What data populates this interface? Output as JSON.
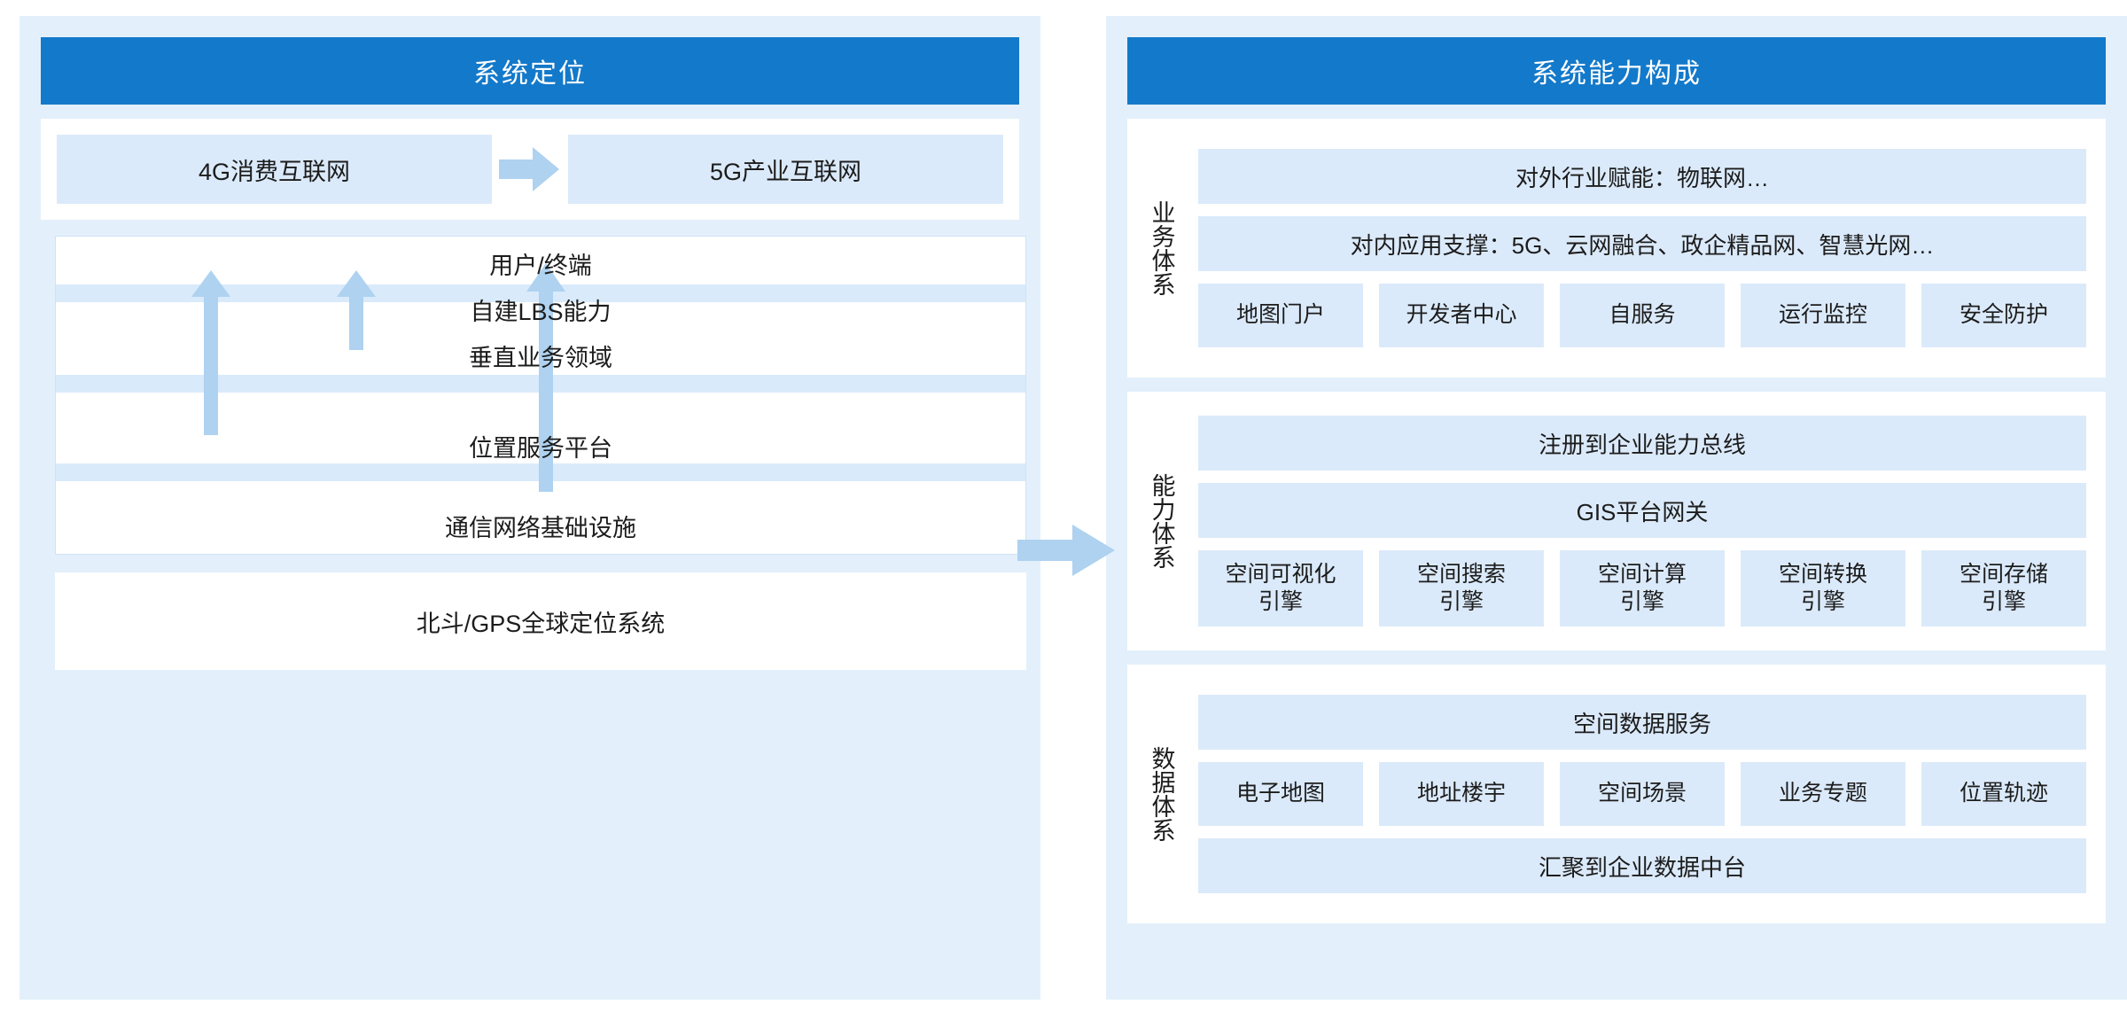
{
  "left_panel": {
    "title": "系统定位",
    "evolution": {
      "from_label": "4G消费互联网",
      "to_label": "5G产业互联网",
      "arrow_icon": "right-arrow-icon"
    },
    "stack_layers": [
      {
        "label": "用户/终端"
      },
      {
        "label": "自建LBS能力"
      },
      {
        "label": "垂直业务领域"
      },
      {
        "label": "位置服务平台"
      },
      {
        "label": "通信网络基础设施"
      }
    ],
    "foundation": {
      "label": "北斗/GPS全球定位系统"
    },
    "up_arrow_icon": "up-arrow-icon"
  },
  "link": {
    "arrow_icon": "right-arrow-icon"
  },
  "right_panel": {
    "title": "系统能力构成",
    "sections": [
      {
        "side_label": "业务体系",
        "bars": [
          "对外行业赋能：物联网…",
          "对内应用支撑：5G、云网融合、政企精品网、智慧光网…"
        ],
        "tiles": [
          "地图门户",
          "开发者中心",
          "自服务",
          "运行监控",
          "安全防护"
        ],
        "tiles_two_line": false,
        "bottom_bar": null
      },
      {
        "side_label": "能力体系",
        "bars": [
          "注册到企业能力总线",
          "GIS平台网关"
        ],
        "tiles": [
          "空间可视化\n引擎",
          "空间搜索\n引擎",
          "空间计算\n引擎",
          "空间转换\n引擎",
          "空间存储\n引擎"
        ],
        "tiles_two_line": true,
        "bottom_bar": null
      },
      {
        "side_label": "数据体系",
        "bars": [
          "空间数据服务"
        ],
        "tiles": [
          "电子地图",
          "地址楼宇",
          "空间场景",
          "业务专题",
          "位置轨迹"
        ],
        "tiles_two_line": false,
        "bottom_bar": "汇聚到企业数据中台"
      }
    ]
  },
  "colors": {
    "header_blue": "#1379ca",
    "panel_bg": "#e3f0fb",
    "tile_blue": "#dbeafa",
    "arrow_blue": "#aed2f0",
    "divider_blue": "#d9eafb",
    "card_white": "#ffffff"
  }
}
